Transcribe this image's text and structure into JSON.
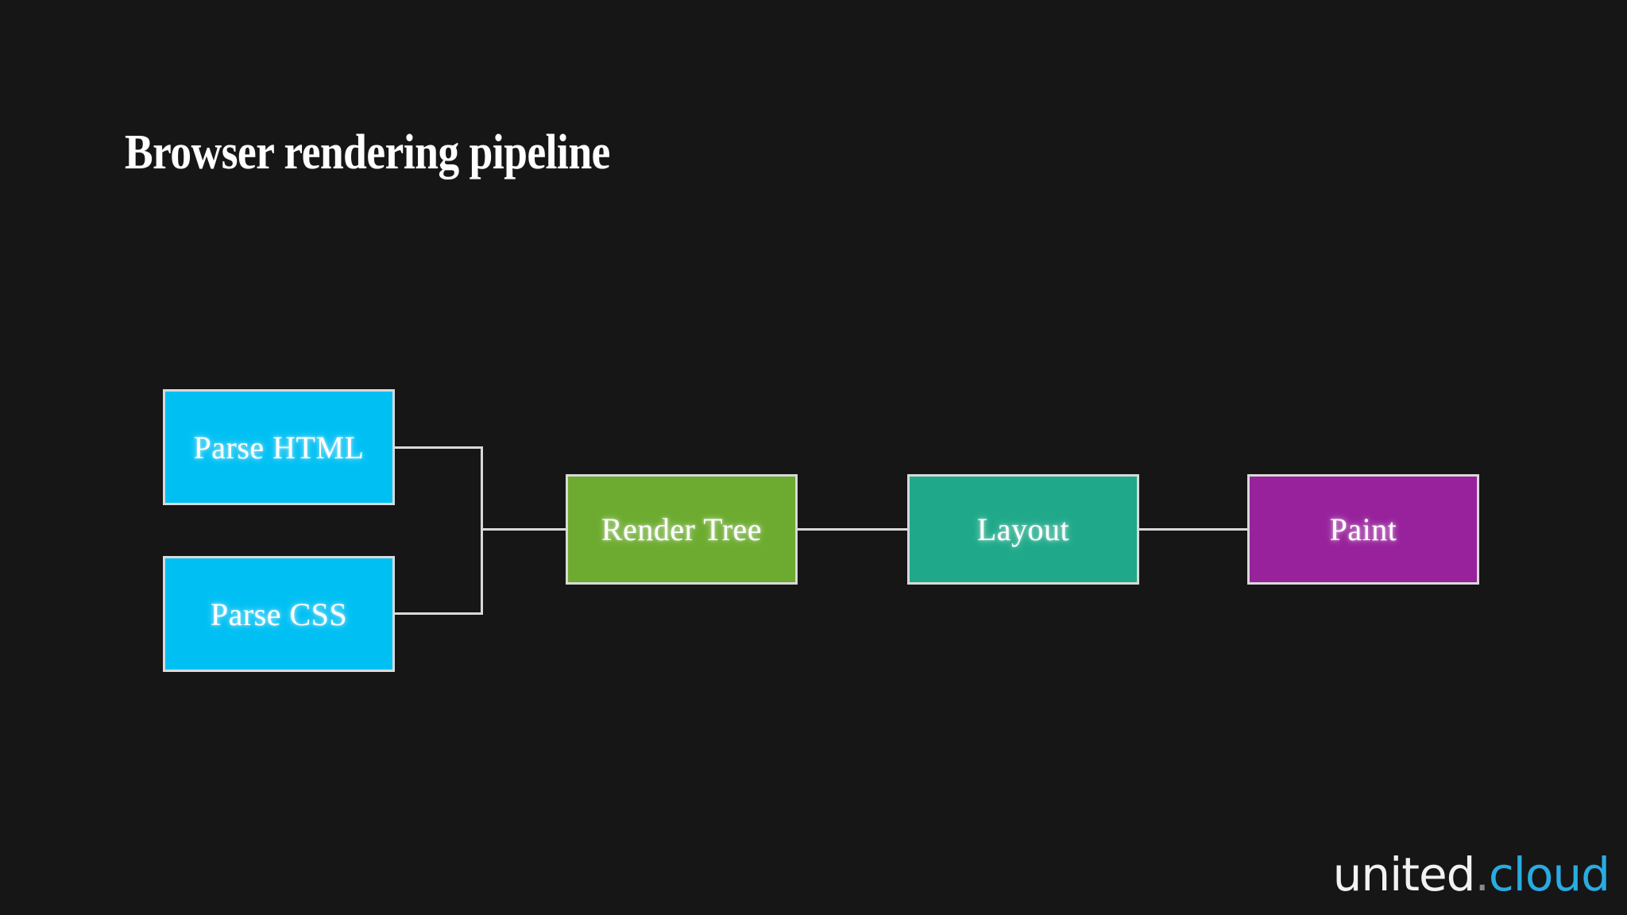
{
  "slide": {
    "title": "Browser rendering pipeline",
    "background_color": "#161616"
  },
  "diagram": {
    "type": "flow",
    "connector_color": "#d9d9d9",
    "nodes": [
      {
        "id": "parse-html",
        "label": "Parse HTML",
        "color": "#00c0f3"
      },
      {
        "id": "parse-css",
        "label": "Parse CSS",
        "color": "#00c0f3"
      },
      {
        "id": "render-tree",
        "label": "Render Tree",
        "color": "#6cab2f"
      },
      {
        "id": "layout",
        "label": "Layout",
        "color": "#1fa98a"
      },
      {
        "id": "paint",
        "label": "Paint",
        "color": "#97229b"
      }
    ],
    "edges": [
      {
        "from": "parse-html",
        "to": "render-tree"
      },
      {
        "from": "parse-css",
        "to": "render-tree"
      },
      {
        "from": "render-tree",
        "to": "layout"
      },
      {
        "from": "layout",
        "to": "paint"
      }
    ]
  },
  "logo": {
    "primary": "united",
    "separator": ".",
    "secondary": "cloud",
    "primary_color": "#f2f2f2",
    "secondary_color": "#29abe2"
  }
}
